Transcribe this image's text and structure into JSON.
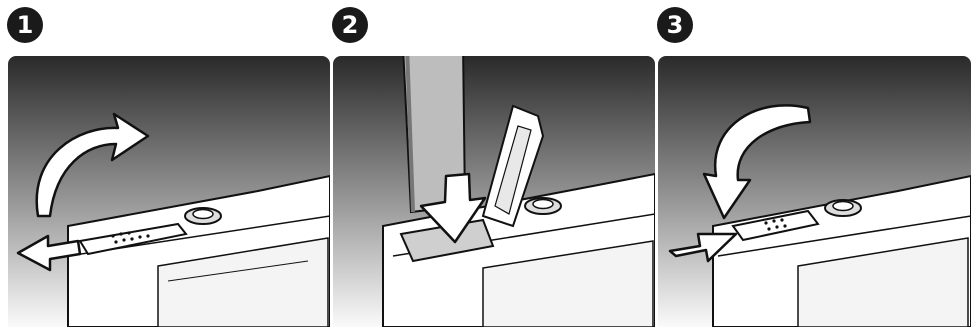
{
  "steps": [
    {
      "number": "1"
    },
    {
      "number": "2"
    },
    {
      "number": "3"
    }
  ],
  "colors": {
    "panel_top": "#2a2a2a",
    "panel_bottom": "#fafafa",
    "outline": "#111111",
    "body_fill": "#ffffff"
  },
  "icons": {
    "step1": [
      "curved-open-arrow-icon",
      "slide-left-arrow-icon"
    ],
    "step2": [
      "battery-insert-arrow-icon"
    ],
    "step3": [
      "curved-close-arrow-icon",
      "slide-right-arrow-icon"
    ]
  }
}
